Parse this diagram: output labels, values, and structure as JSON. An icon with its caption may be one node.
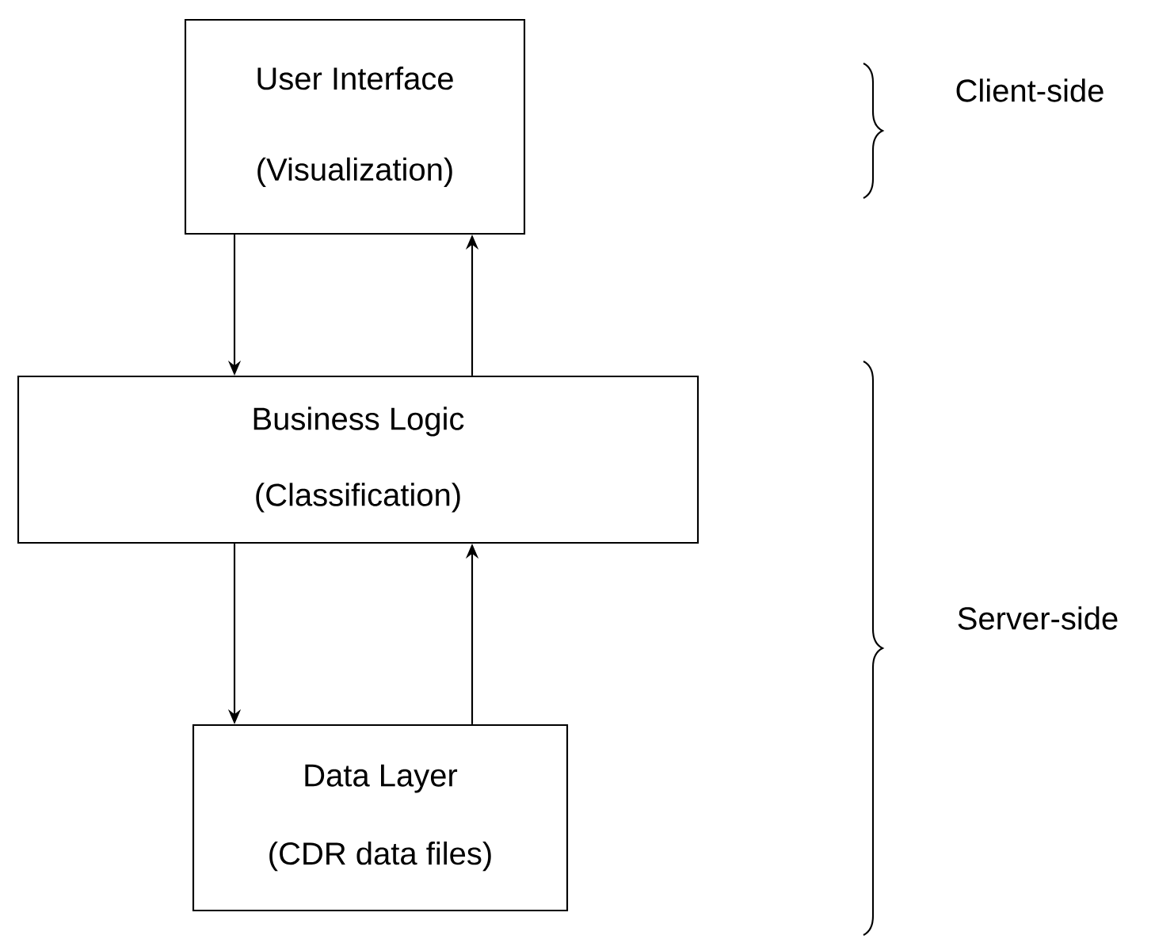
{
  "diagram": {
    "nodes": [
      {
        "text": [
          "User Interface",
          "(Visualization)"
        ]
      },
      {
        "text": [
          "Business Logic",
          "(Classification)"
        ]
      },
      {
        "text": [
          "Data Layer",
          "(CDR data files)"
        ]
      }
    ],
    "edges": [
      {
        "from": 0,
        "to": 1,
        "arrow": "to"
      },
      {
        "from": 1,
        "to": 0,
        "arrow": "to"
      },
      {
        "from": 1,
        "to": 2,
        "arrow": "to"
      },
      {
        "from": 2,
        "to": 1,
        "arrow": "to"
      }
    ],
    "labels": [
      "Client-side",
      "Server-side"
    ]
  }
}
